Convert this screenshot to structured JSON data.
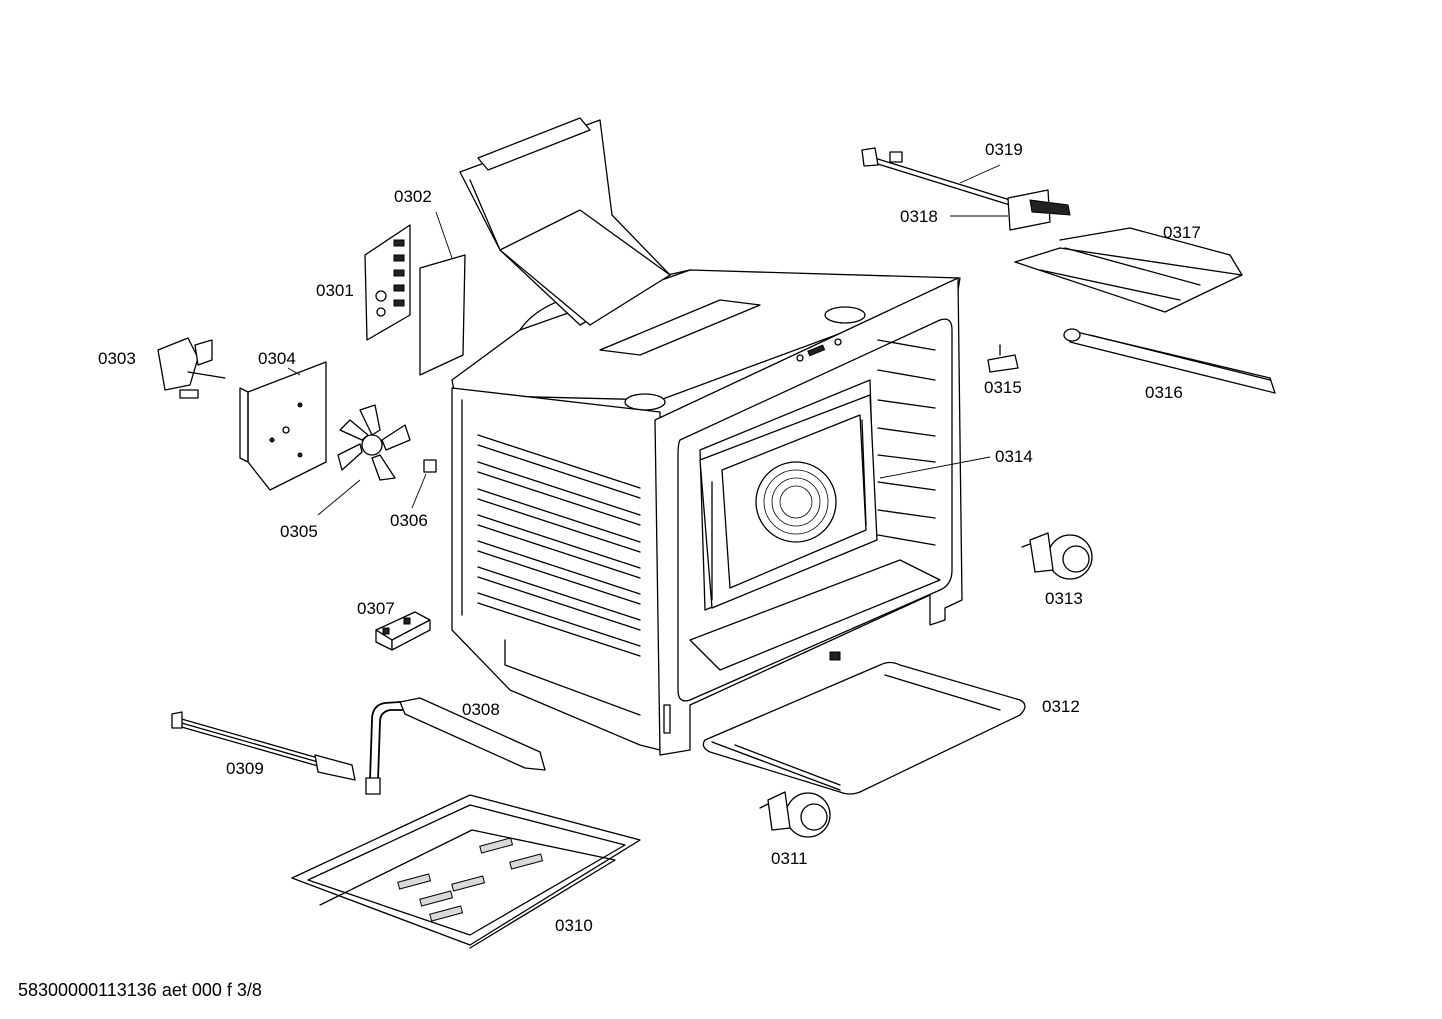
{
  "parts": [
    {
      "id": "0301",
      "label": "0301"
    },
    {
      "id": "0302",
      "label": "0302"
    },
    {
      "id": "0303",
      "label": "0303"
    },
    {
      "id": "0304",
      "label": "0304"
    },
    {
      "id": "0305",
      "label": "0305"
    },
    {
      "id": "0306",
      "label": "0306"
    },
    {
      "id": "0307",
      "label": "0307"
    },
    {
      "id": "0308",
      "label": "0308"
    },
    {
      "id": "0309",
      "label": "0309"
    },
    {
      "id": "0310",
      "label": "0310"
    },
    {
      "id": "0311",
      "label": "0311"
    },
    {
      "id": "0312",
      "label": "0312"
    },
    {
      "id": "0313",
      "label": "0313"
    },
    {
      "id": "0314",
      "label": "0314"
    },
    {
      "id": "0315",
      "label": "0315"
    },
    {
      "id": "0316",
      "label": "0316"
    },
    {
      "id": "0317",
      "label": "0317"
    },
    {
      "id": "0318",
      "label": "0318"
    },
    {
      "id": "0319",
      "label": "0319"
    }
  ],
  "footer": {
    "document_code": "58300000113136 aet 000 f 3/8"
  }
}
